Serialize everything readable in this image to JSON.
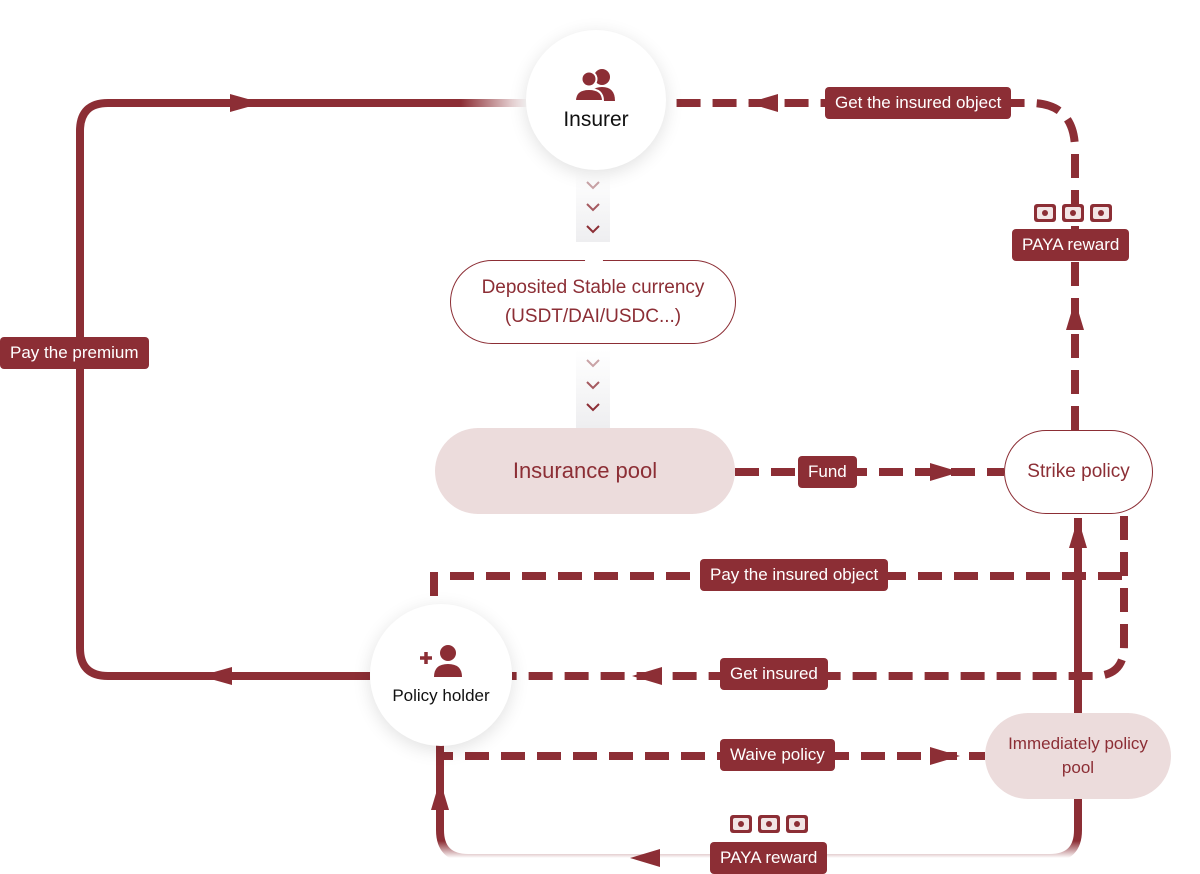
{
  "nodes": {
    "insurer": {
      "label": "Insurer",
      "icon": "users-icon"
    },
    "deposited": {
      "line1": "Deposited Stable currency",
      "line2": "(USDT/DAI/USDC...)"
    },
    "insurance_pool": {
      "label": "Insurance pool"
    },
    "strike_policy": {
      "label": "Strike policy"
    },
    "policy_holder": {
      "label": "Policy holder",
      "icon": "add-user-icon"
    },
    "immediately_pool": {
      "label": "Immediately policy pool"
    }
  },
  "flows": {
    "pay_premium": "Pay the premium",
    "get_insured_object": "Get the insured object",
    "paya_reward_top": "PAYA reward",
    "fund": "Fund",
    "pay_insured_object": "Pay the insured object",
    "get_insured": "Get insured",
    "waive_policy": "Waive policy",
    "paya_reward_bottom": "PAYA reward"
  },
  "colors": {
    "accent": "#8c2e35",
    "pool_fill": "#ecdcdc",
    "text_dark": "#111111"
  }
}
